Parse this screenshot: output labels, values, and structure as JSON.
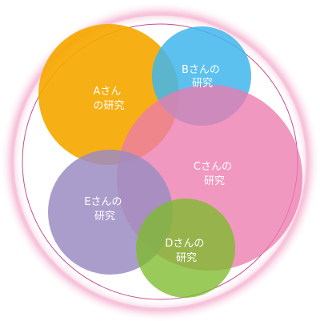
{
  "diagram": {
    "circles": [
      {
        "id": "a",
        "label_line1": "Aさん",
        "label_line2": "の研究",
        "color": "#F5A800",
        "opacity": 0.92
      },
      {
        "id": "b",
        "label_line1": "Bさんの",
        "label_line2": "研究",
        "color": "#3FB6EC",
        "opacity": 0.85
      },
      {
        "id": "c",
        "label_line1": "Cさんの",
        "label_line2": "研究",
        "color": "#EC7BAE",
        "opacity": 0.78
      },
      {
        "id": "e",
        "label_line1": "Eさんの",
        "label_line2": "研究",
        "color": "#9C8CC2",
        "opacity": 0.85
      },
      {
        "id": "d",
        "label_line1": "Dさんの",
        "label_line2": "研究",
        "color": "#7DBB2A",
        "opacity": 0.78
      }
    ],
    "ring_color": "#F6BFD8",
    "inner_ring_color": "#C94E93"
  }
}
